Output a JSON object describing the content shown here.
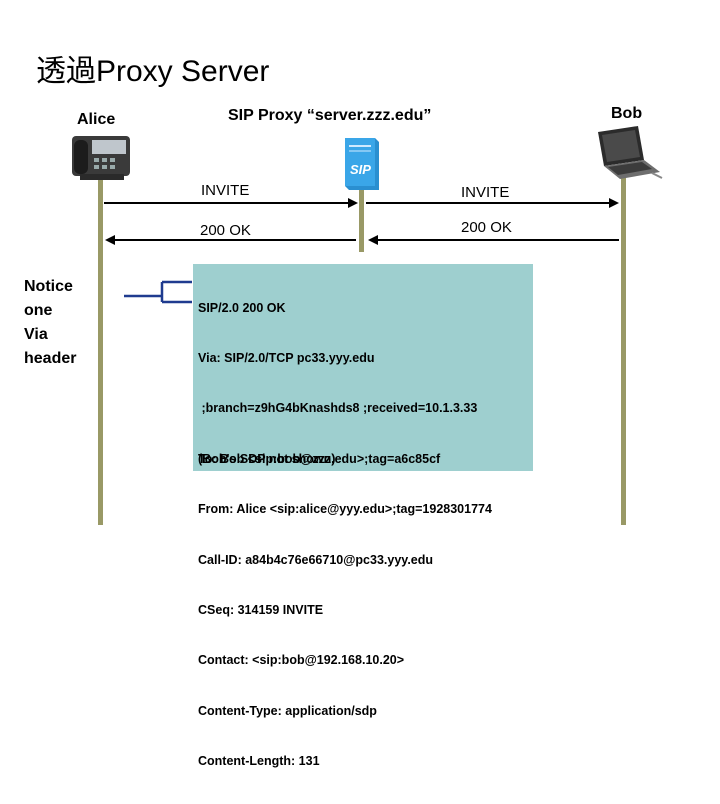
{
  "title": "透過Proxy Server",
  "actors": {
    "alice": "Alice",
    "proxy": "SIP Proxy “server.zzz.edu”",
    "bob": "Bob"
  },
  "proxy_icon_label": "SIP",
  "messages": [
    {
      "label": "INVITE",
      "from": "alice",
      "to": "proxy"
    },
    {
      "label": "INVITE",
      "from": "proxy",
      "to": "bob"
    },
    {
      "label": "200 OK",
      "from": "proxy",
      "to": "alice"
    },
    {
      "label": "200 OK",
      "from": "bob",
      "to": "proxy"
    }
  ],
  "notice": [
    "Notice",
    "one",
    "Via",
    "header"
  ],
  "sip_message": {
    "lines": [
      "SIP/2.0 200 OK",
      "Via: SIP/2.0/TCP pc33.yyy.edu",
      " ;branch=z9hG4bKnashds8 ;received=10.1.3.33",
      "To: Bob <sip:bob@zzz.edu>;tag=a6c85cf",
      "From: Alice <sip:alice@yyy.edu>;tag=1928301774",
      "Call-ID: a84b4c76e66710@pc33.yyy.edu",
      "CSeq: 314159 INVITE",
      "Contact: <sip:bob@192.168.10.20>",
      "Content-Type: application/sdp",
      "Content-Length: 131"
    ],
    "footnote": "(Bob's SDP not shown)"
  },
  "colors": {
    "lifeline": "#999966",
    "arrow": "#000000",
    "bracket": "#1f3b8f",
    "sip_box": "#9ecfcf",
    "proxy_icon": "#2a8fd0"
  }
}
